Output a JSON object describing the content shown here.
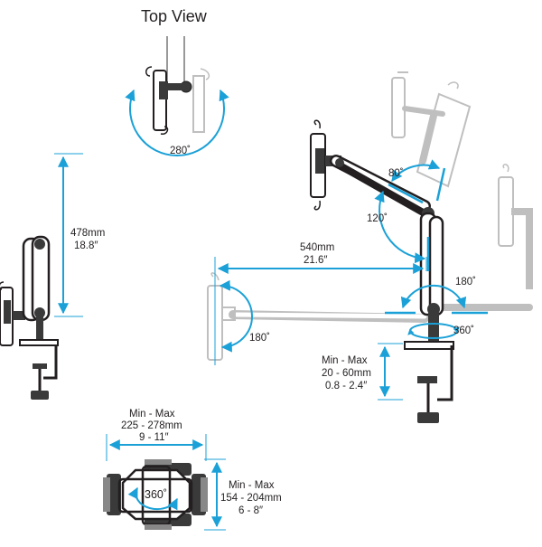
{
  "title": "Top View",
  "colors": {
    "accent": "#1ba1d7",
    "line": "#231f20",
    "ghost": "#bfbfbf",
    "body": "#3a3a3a"
  },
  "labels": {
    "swivel_280": "280˚",
    "height_mm": "478mm",
    "height_in": "18.8″",
    "reach_mm": "540mm",
    "reach_in": "21.6″",
    "tilt_80": "80˚",
    "tilt_120": "120˚",
    "rot_180_right": "180˚",
    "rot_180_left": "180˚",
    "rot_360": "360˚",
    "clamp_title": "Min - Max",
    "clamp_mm": "20 - 60mm",
    "clamp_in": "0.8 - 2.4″",
    "holder_w_title": "Min - Max",
    "holder_w_mm": "225 - 278mm",
    "holder_w_in": "9 - 11″",
    "holder_h_title": "Min - Max",
    "holder_h_mm": "154 - 204mm",
    "holder_h_in": "6 - 8″",
    "holder_rot": "360˚"
  }
}
